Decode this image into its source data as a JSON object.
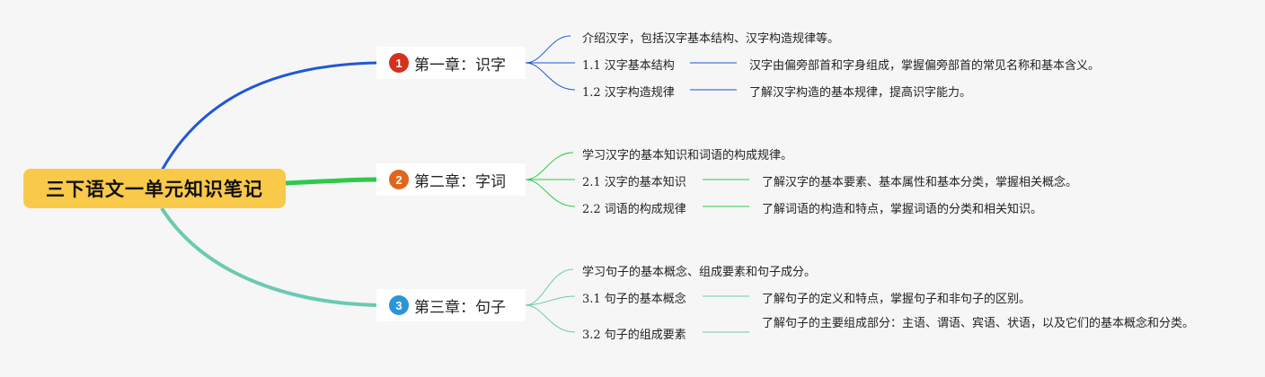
{
  "root": {
    "title": "三下语文一单元知识笔记"
  },
  "chapters": [
    {
      "badge": "1",
      "title": "第一章：识字",
      "intro": "介绍汉字，包括汉字基本结构、汉字构造规律等。",
      "sections": [
        {
          "label": "1.1 汉字基本结构",
          "detail": "汉字由偏旁部首和字身组成，掌握偏旁部首的常见名称和基本含义。"
        },
        {
          "label": "1.2 汉字构造规律",
          "detail": "了解汉字构造的基本规律，提高识字能力。"
        }
      ]
    },
    {
      "badge": "2",
      "title": "第二章：字词",
      "intro": "学习汉字的基本知识和词语的构成规律。",
      "sections": [
        {
          "label": "2.1 汉字的基本知识",
          "detail": "了解汉字的基本要素、基本属性和基本分类，掌握相关概念。"
        },
        {
          "label": "2.2 词语的构成规律",
          "detail": "了解词语的构造和特点，掌握词语的分类和相关知识。"
        }
      ]
    },
    {
      "badge": "3",
      "title": "第三章：句子",
      "intro": "学习句子的基本概念、组成要素和句子成分。",
      "sections": [
        {
          "label": "3.1 句子的基本概念",
          "detail": "了解句子的定义和特点，掌握句子和非句子的区别。"
        },
        {
          "label": "3.2 句子的组成要素",
          "detail": "了解句子的主要组成部分：主语、谓语、宾语、状语，以及它们的基本概念和分类。"
        }
      ]
    }
  ],
  "colors": {
    "root_fill": "#f9c94a",
    "branch_1": "#1f57d6",
    "branch_2": "#2fc94a",
    "branch_3": "#6cc9b2",
    "badge_1": "#d6301f",
    "badge_2": "#e0651d",
    "badge_3": "#2b95d9"
  }
}
